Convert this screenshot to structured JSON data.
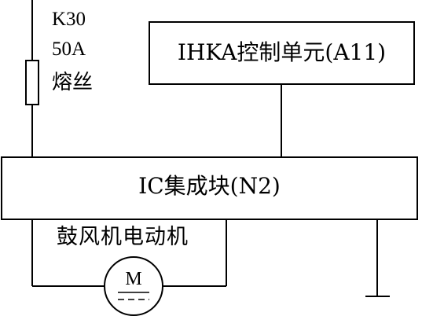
{
  "fuse": {
    "code": "K30",
    "rating": "50A",
    "name": "熔丝"
  },
  "ihka_unit": {
    "label": "IHKA控制单元(A11)"
  },
  "ic_block": {
    "label": "IC集成块(N2)"
  },
  "blower_motor": {
    "label": "鼓风机电动机",
    "symbol_letter": "M"
  },
  "ground_symbol": {
    "icon": "ground-icon"
  }
}
